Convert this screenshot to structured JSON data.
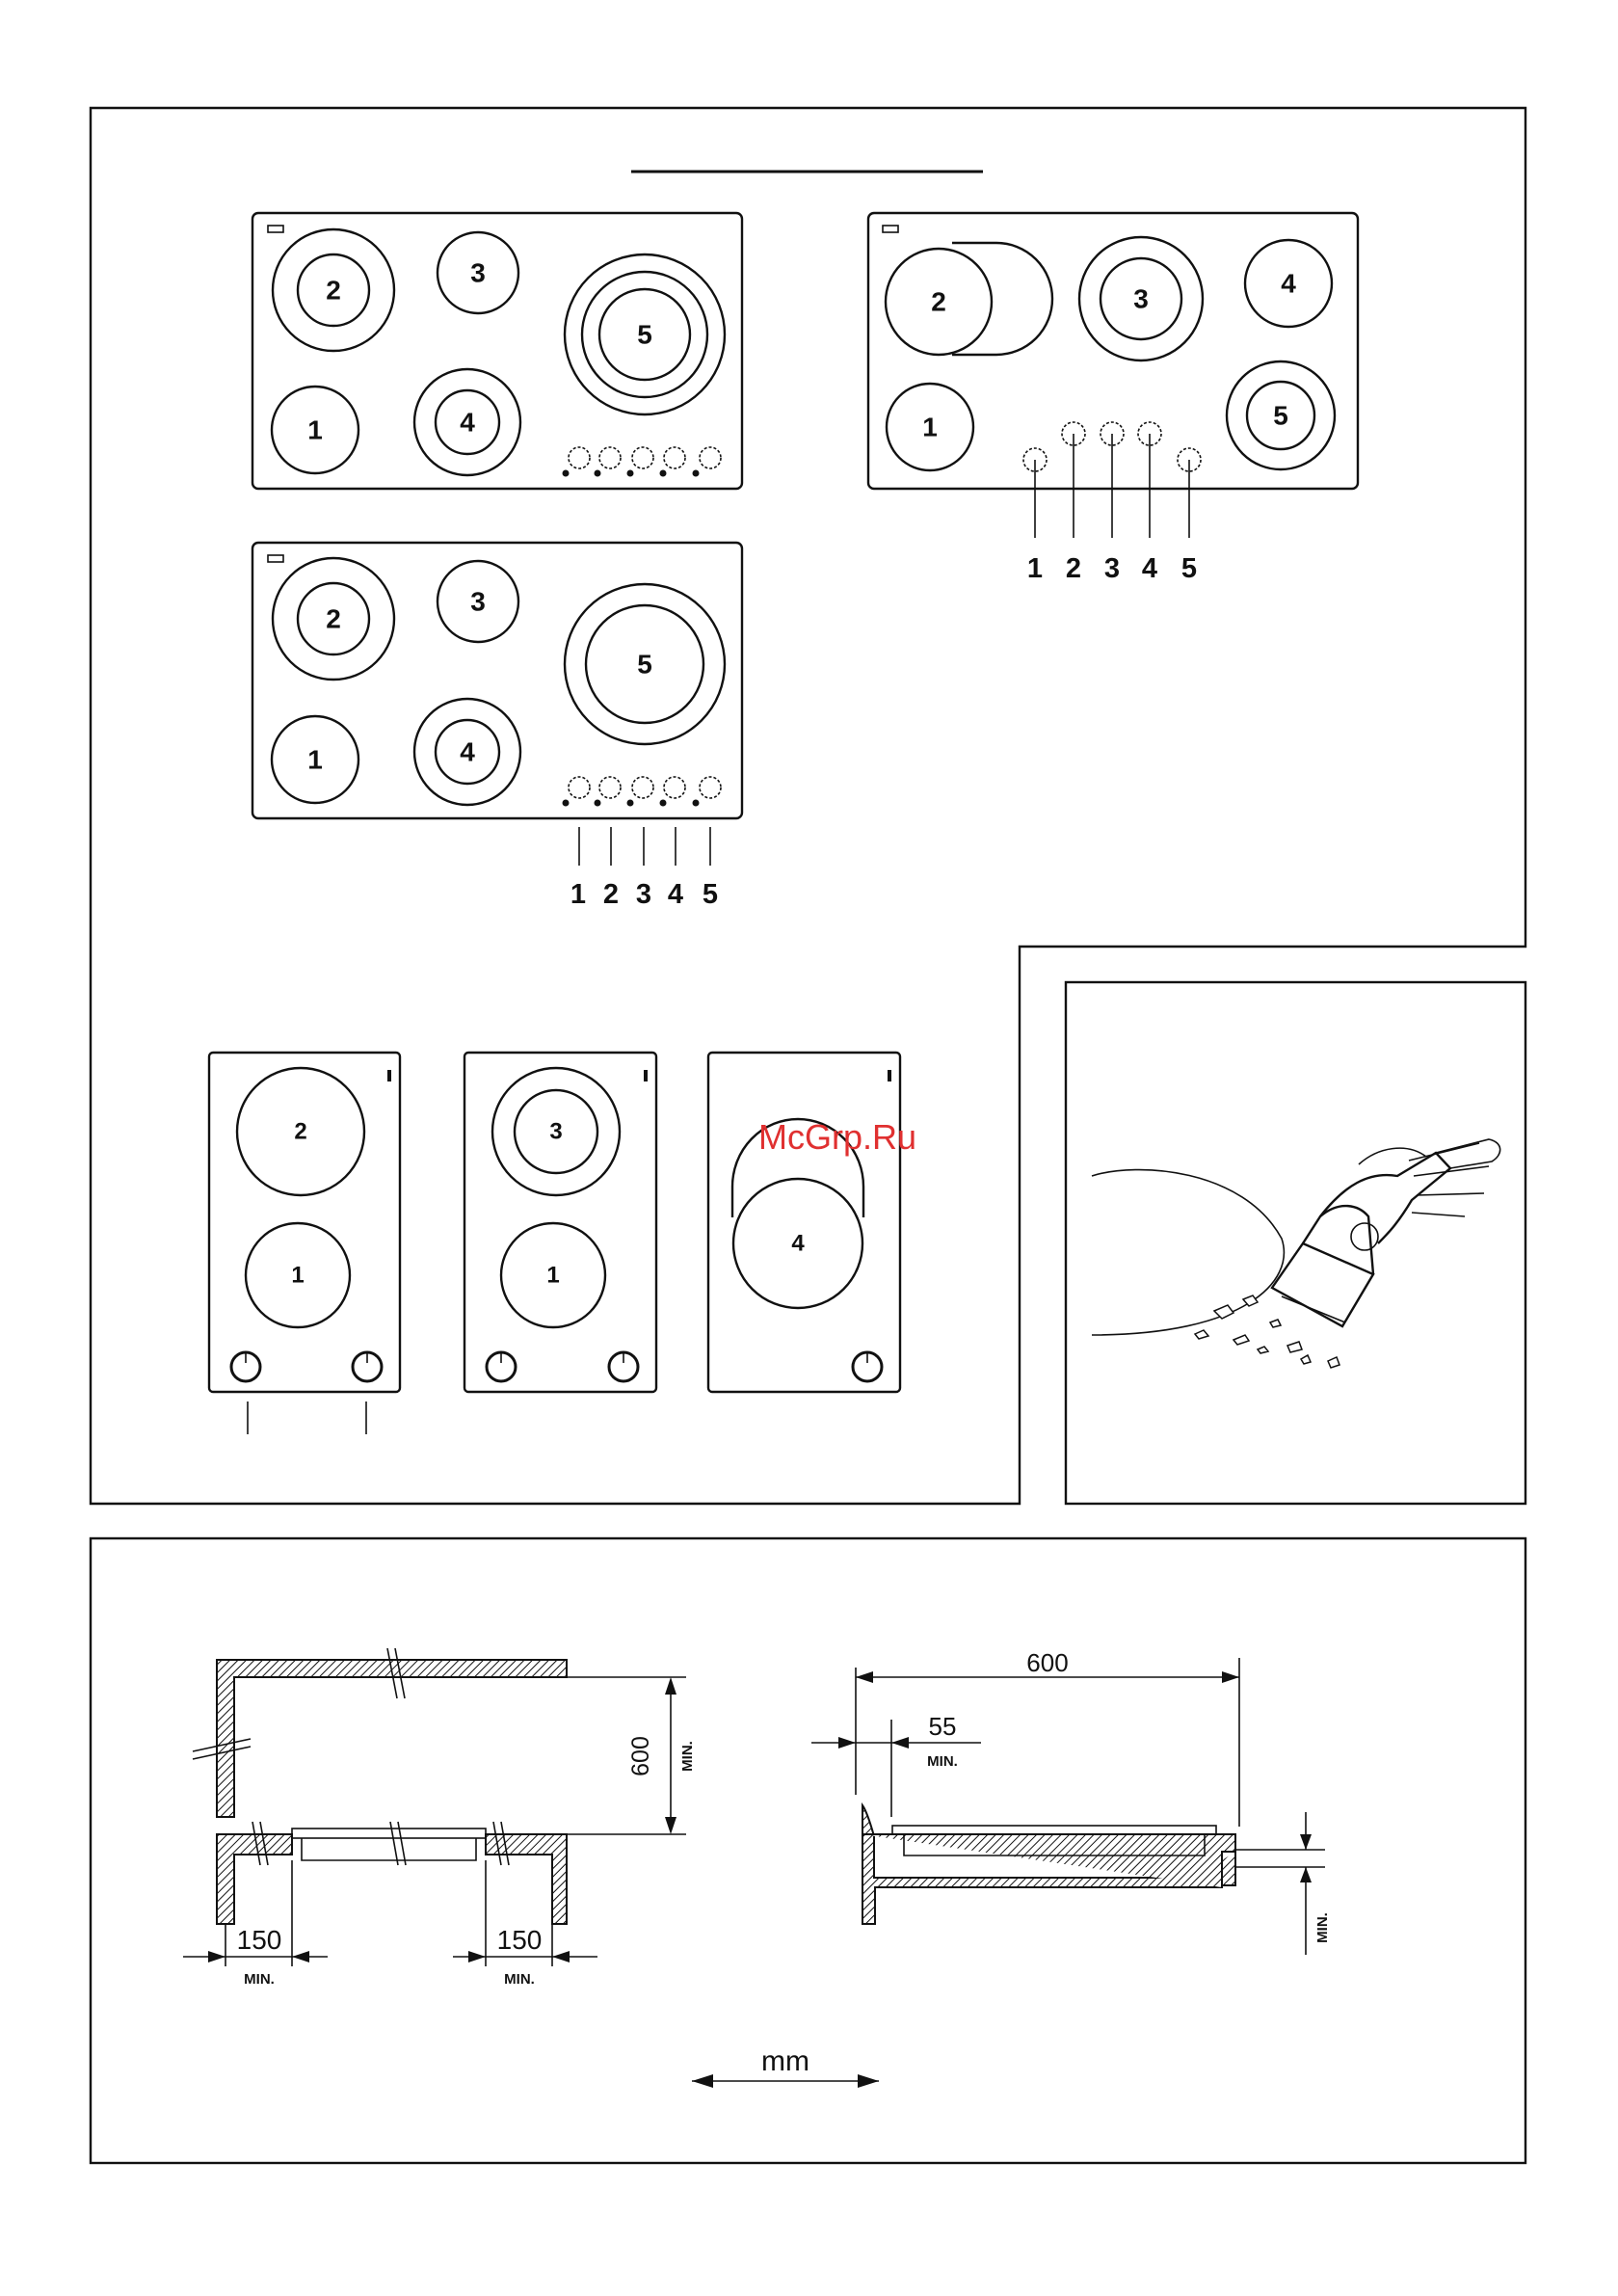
{
  "watermark": "McGrp.Ru",
  "hob_top_left": {
    "zones": [
      "1",
      "2",
      "3",
      "4",
      "5"
    ]
  },
  "hob_top_right": {
    "zones": [
      "1",
      "2",
      "3",
      "4",
      "5"
    ],
    "knob_labels": [
      "1",
      "2",
      "3",
      "4",
      "5"
    ]
  },
  "hob_mid_left": {
    "zones": [
      "1",
      "2",
      "3",
      "4",
      "5"
    ],
    "knob_labels": [
      "1",
      "2",
      "3",
      "4",
      "5"
    ]
  },
  "domino_a": {
    "zones": [
      "2",
      "1"
    ]
  },
  "domino_b": {
    "zones": [
      "3",
      "1"
    ]
  },
  "domino_c": {
    "zones": [
      "4"
    ]
  },
  "installation": {
    "height_value": "600",
    "height_unit": "MIN.",
    "side_left_value": "150",
    "side_left_unit": "MIN.",
    "side_right_value": "150",
    "side_right_unit": "MIN.",
    "width_value": "600",
    "back_value": "55",
    "back_unit": "MIN.",
    "bottom_unit": "MIN.",
    "units": "mm"
  },
  "icons": {
    "scraper": "scraper-hand-icon"
  }
}
